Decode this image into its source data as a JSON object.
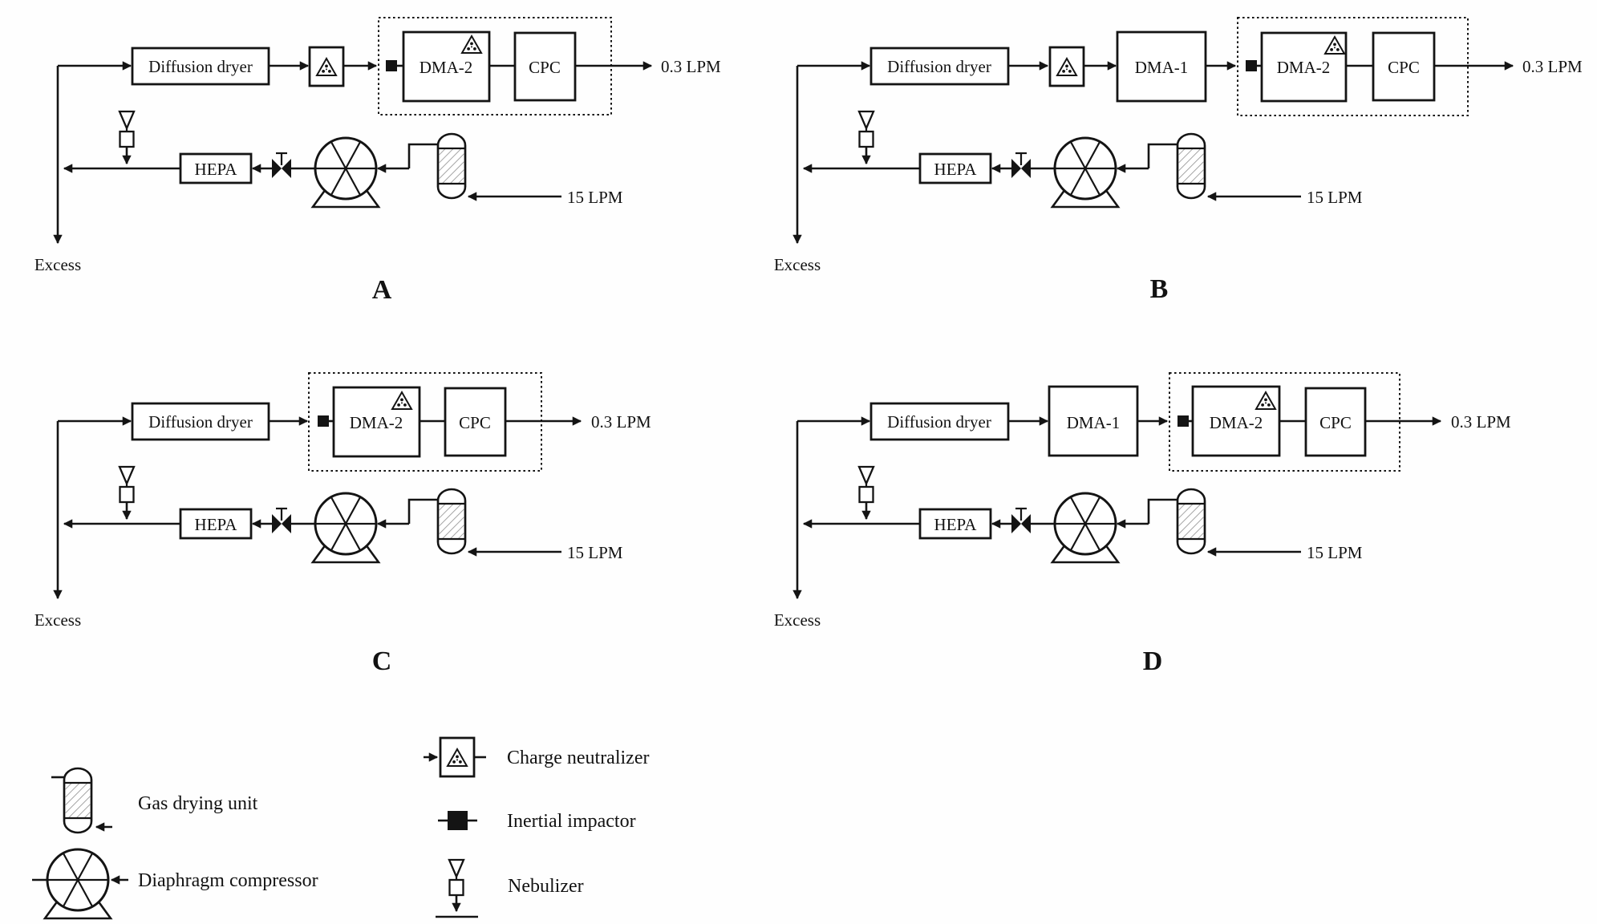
{
  "panels": {
    "a": {
      "letter": "A",
      "dryer_label": "Diffusion dryer",
      "dma2_label": "DMA-2",
      "cpc_label": "CPC",
      "hepa_label": "HEPA",
      "outlet_flow": "0.3 LPM",
      "inlet_flow": "15 LPM",
      "excess_label": "Excess"
    },
    "b": {
      "letter": "B",
      "dryer_label": "Diffusion dryer",
      "dma1_label": "DMA-1",
      "dma2_label": "DMA-2",
      "cpc_label": "CPC",
      "hepa_label": "HEPA",
      "outlet_flow": "0.3 LPM",
      "inlet_flow": "15 LPM",
      "excess_label": "Excess"
    },
    "c": {
      "letter": "C",
      "dryer_label": "Diffusion dryer",
      "dma2_label": "DMA-2",
      "cpc_label": "CPC",
      "hepa_label": "HEPA",
      "outlet_flow": "0.3 LPM",
      "inlet_flow": "15 LPM",
      "excess_label": "Excess"
    },
    "d": {
      "letter": "D",
      "dryer_label": "Diffusion dryer",
      "dma1_label": "DMA-1",
      "dma2_label": "DMA-2",
      "cpc_label": "CPC",
      "hepa_label": "HEPA",
      "outlet_flow": "0.3 LPM",
      "inlet_flow": "15 LPM",
      "excess_label": "Excess"
    }
  },
  "legend": {
    "gas_drying_unit_label": "Gas drying unit",
    "diaphragm_compressor_label": "Diaphragm compressor",
    "charge_neutralizer_label": "Charge neutralizer",
    "inertial_impactor_label": "Inertial impactor",
    "nebulizer_label": "Nebulizer"
  },
  "colors": {
    "ink": "#141414",
    "hatch": "#9b9b9b",
    "background": "#ffffff"
  }
}
